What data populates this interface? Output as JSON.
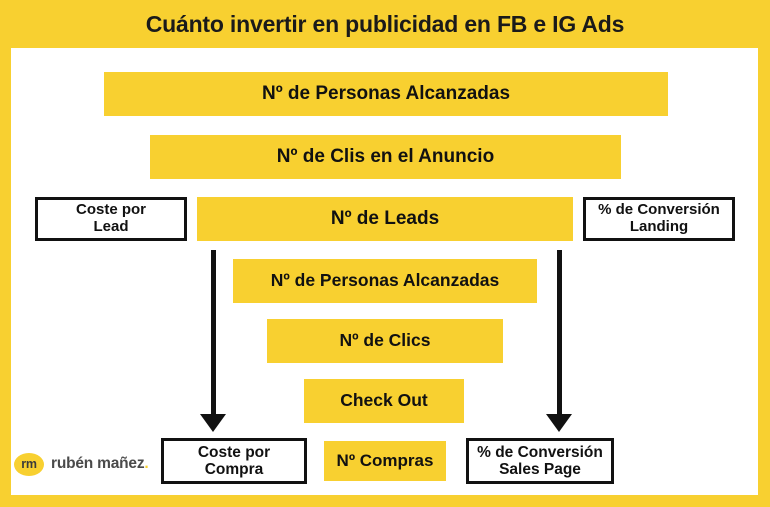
{
  "title": "Cuánto invertir en publicidad en FB e IG Ads",
  "colors": {
    "accent_yellow": "#f8d030",
    "text_dark": "#111111",
    "box_white": "#ffffff",
    "logo_gray": "#4a4a4a"
  },
  "funnel": {
    "boxes": [
      {
        "id": "personas-alcanzadas-top",
        "label": "Nº de Personas Alcanzadas",
        "style": "filled"
      },
      {
        "id": "clis-en-el-anuncio",
        "label": "Nº de Clis en el Anuncio",
        "style": "filled"
      },
      {
        "id": "coste-por-lead",
        "label": "Coste por\nLead",
        "style": "outlined"
      },
      {
        "id": "numero-de-leads",
        "label": "Nº de Leads",
        "style": "filled"
      },
      {
        "id": "conversion-landing",
        "label": "% de Conversión\nLanding",
        "style": "outlined"
      },
      {
        "id": "personas-alcanzadas-mid",
        "label": "Nº de Personas Alcanzadas",
        "style": "filled"
      },
      {
        "id": "numero-de-clics",
        "label": "Nº de Clics",
        "style": "filled"
      },
      {
        "id": "check-out",
        "label": "Check Out",
        "style": "filled"
      },
      {
        "id": "coste-por-compra",
        "label": "Coste por\nCompra",
        "style": "outlined"
      },
      {
        "id": "numero-compras",
        "label": "Nº Compras",
        "style": "filled"
      },
      {
        "id": "conversion-sales-page",
        "label": "% de Conversión\nSales Page",
        "style": "outlined"
      }
    ],
    "arrows": [
      {
        "id": "arrow-leads-to-coste-compra",
        "from": "numero-de-leads",
        "to": "coste-por-compra"
      },
      {
        "id": "arrow-leads-to-conversion-sp",
        "from": "conversion-landing",
        "to": "conversion-sales-page"
      }
    ]
  },
  "logo": {
    "badge": "rm",
    "name": "rubén mañez",
    "dot": "."
  }
}
